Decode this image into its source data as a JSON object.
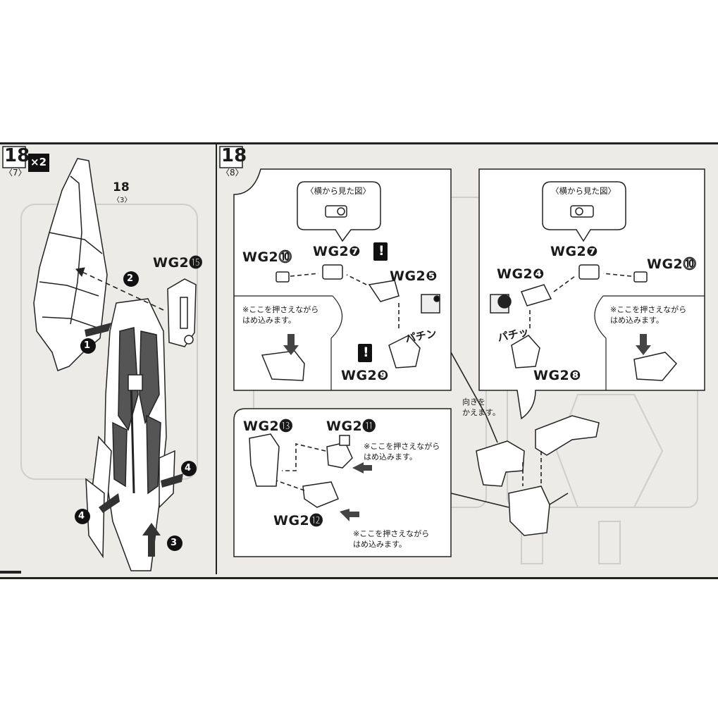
{
  "steps": {
    "left": {
      "number": "18",
      "sub": "〈7〉",
      "multiplier": "×2",
      "ref_number": "18",
      "ref_sub": "〈3〉"
    },
    "right": {
      "number": "18",
      "sub": "〈8〉"
    }
  },
  "parts": {
    "left_wg2_15": "WG2⓯",
    "a_wg2_10": "WG2⓾",
    "a_wg2_7": "WG2❼",
    "a_wg2_5": "WG2❺",
    "a_wg2_9": "WG2❾",
    "b_wg2_7": "WG2❼",
    "b_wg2_4": "WG2❹",
    "b_wg2_10": "WG2⓾",
    "b_wg2_8": "WG2❽",
    "c_wg2_13": "WG2⓭",
    "c_wg2_11": "WG2⓫",
    "c_wg2_12": "WG2⓬"
  },
  "labels": {
    "side_view_a": "〈横から見た図〉",
    "side_view_b": "〈横から見た図〉",
    "press_note_a": "※ここを押さえながら\nはめ込みます。",
    "press_note_b": "※ここを押さえながら\nはめ込みます。",
    "press_note_c1": "※ここを押さえながら\nはめ込みます。",
    "press_note_c2": "※ここを押さえながら\nはめ込みます。",
    "pachin": "パチン",
    "pachi": "パチッ",
    "direction_change": "向きを\nかえます。",
    "caution": "!"
  },
  "arrows": {
    "a1": "1",
    "a2": "2",
    "a3": "3",
    "a4a": "4",
    "a4b": "4"
  }
}
